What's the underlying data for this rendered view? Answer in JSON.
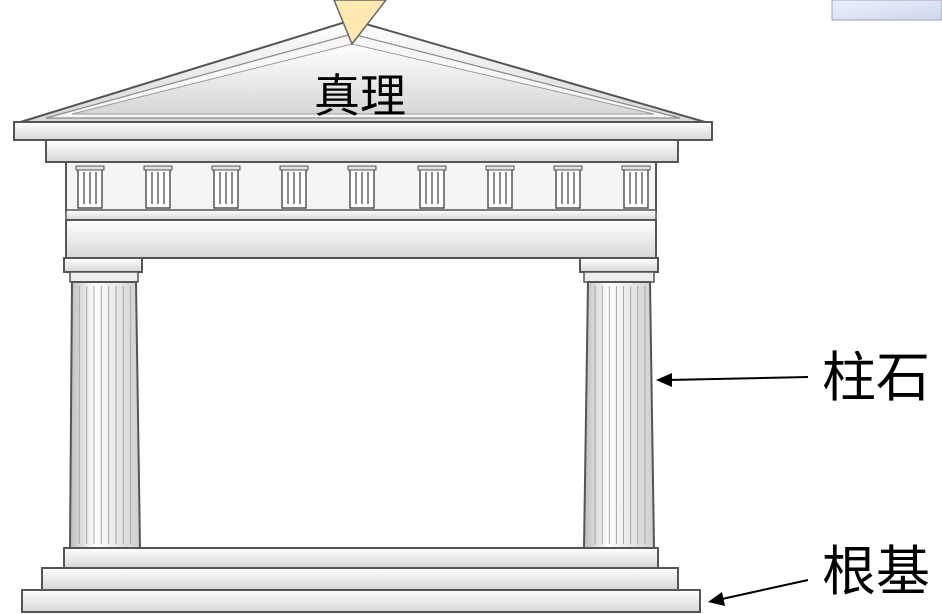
{
  "diagram": {
    "pediment_label": "真理",
    "pillar_label": "柱石",
    "foundation_label": "根基"
  },
  "colors": {
    "stroke": "#555555",
    "stone_light": "#ffffff",
    "stone_mid": "#ededed",
    "stone_dark": "#c9c9c9",
    "arrow": "#000000",
    "pointer_fill": "#ffe9b0",
    "corner_tab": "#dfe5f4"
  }
}
